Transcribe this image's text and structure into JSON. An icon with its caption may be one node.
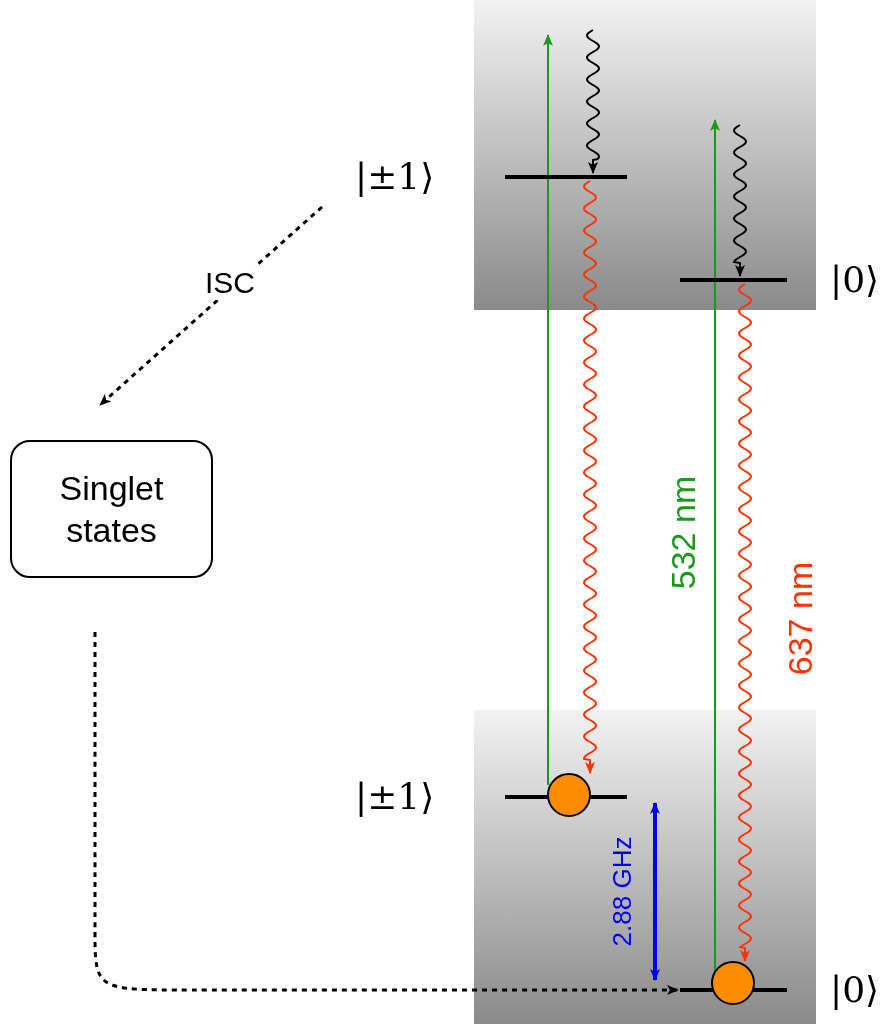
{
  "diagram": {
    "nodes": [
      {
        "text": [],
        "shape": "bar",
        "beside": [
          "|±1⟩"
        ]
      },
      {
        "text": [],
        "shape": "bar",
        "beside": [
          "|0⟩"
        ]
      },
      {
        "text": [
          "Singlet states"
        ]
      },
      {
        "text": [],
        "shape": "bar",
        "beside": [
          "|±1⟩"
        ]
      },
      {
        "text": [],
        "shape": "bar",
        "beside": [
          "|0⟩"
        ]
      },
      {
        "text": [],
        "shape": "circle"
      },
      {
        "text": [],
        "shape": "circle"
      }
    ],
    "edges": [
      {
        "from": 5,
        "to": null,
        "arrow": "to",
        "color": "#1a9a1a"
      },
      {
        "from": 6,
        "to": null,
        "arrow": "to",
        "color": "#1a9a1a"
      },
      {
        "from": null,
        "to": 0,
        "arrow": "to"
      },
      {
        "from": null,
        "to": 1,
        "arrow": "to"
      },
      {
        "from": 0,
        "to": 5,
        "arrow": "to",
        "color": "#ff3300"
      },
      {
        "from": 1,
        "to": 6,
        "arrow": "to",
        "color": "#ff3300"
      },
      {
        "from": 0,
        "to": 2,
        "arrow": "to",
        "style": "dashed",
        "label": "ISC"
      },
      {
        "from": 2,
        "to": 4,
        "arrow": "to",
        "style": "dashed"
      },
      {
        "from": 3,
        "to": 4,
        "arrow": "both",
        "style": "thick",
        "color": "#0000ee",
        "label": "2.88 GHz"
      }
    ],
    "labels": [
      "532 nm",
      "637 nm"
    ]
  }
}
